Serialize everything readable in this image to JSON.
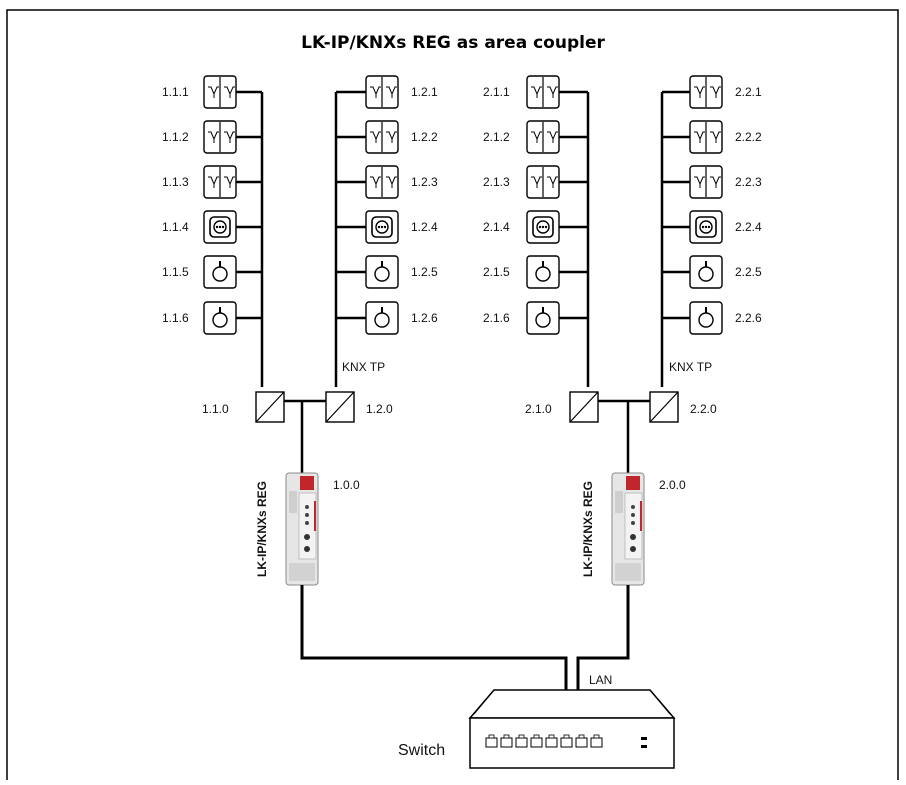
{
  "title": "LK-IP/KNXs REG as area coupler",
  "bus_label": "KNX TP",
  "lan_label": "LAN",
  "switch_label": "Switch",
  "device_label": "LK-IP/KNXs REG",
  "device_kinds": [
    "push-button",
    "push-button",
    "push-button",
    "socket",
    "lamp",
    "lamp"
  ],
  "lines": [
    {
      "coupler": "1.1.0",
      "devices": [
        "1.1.1",
        "1.1.2",
        "1.1.3",
        "1.1.4",
        "1.1.5",
        "1.1.6"
      ]
    },
    {
      "coupler": "1.2.0",
      "devices": [
        "1.2.1",
        "1.2.2",
        "1.2.3",
        "1.2.4",
        "1.2.5",
        "1.2.6"
      ]
    },
    {
      "coupler": "2.1.0",
      "devices": [
        "2.1.1",
        "2.1.2",
        "2.1.3",
        "2.1.4",
        "2.1.5",
        "2.1.6"
      ]
    },
    {
      "coupler": "2.2.0",
      "devices": [
        "2.2.1",
        "2.2.2",
        "2.2.3",
        "2.2.4",
        "2.2.5",
        "2.2.6"
      ]
    }
  ],
  "areas": [
    {
      "address": "1.0.0"
    },
    {
      "address": "2.0.0"
    }
  ],
  "colors": {
    "line": "#000000",
    "device_accent": "#c0262c",
    "device_body": "#e6e6e6"
  }
}
